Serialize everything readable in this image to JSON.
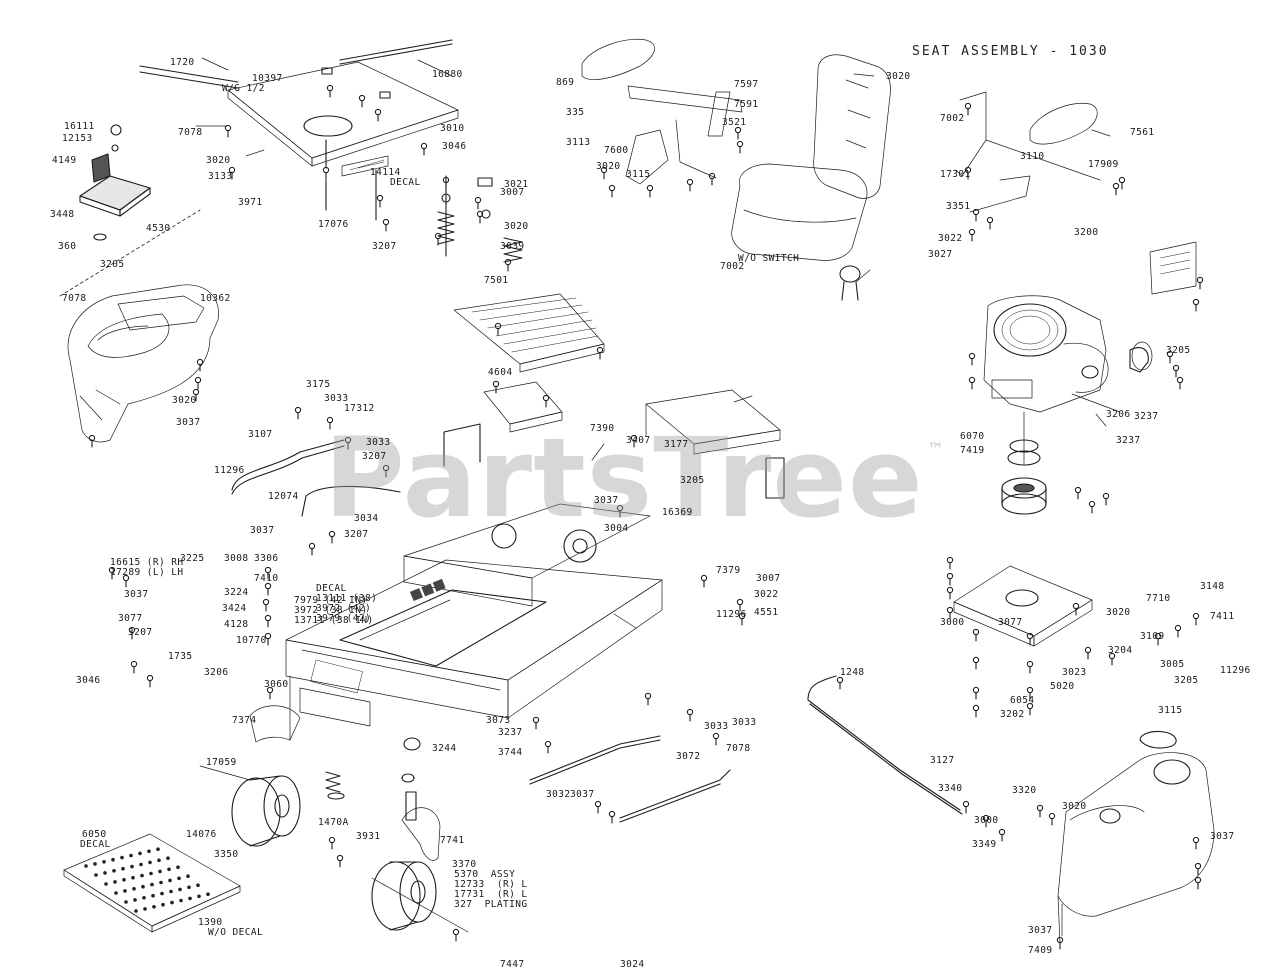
{
  "header": {
    "title": "SEAT ASSEMBLY - 1030"
  },
  "watermark": {
    "brand": "PartsTree",
    "trademark": "™"
  },
  "labels": [
    "1720",
    "16880",
    "10397",
    "W/G 1/2",
    "7078",
    "3020",
    "3133",
    "16111",
    "12153",
    "4149",
    "3448",
    "4530",
    "360",
    "3971",
    "14114",
    "DECAL",
    "17076",
    "3207",
    "3010",
    "3046",
    "3007",
    "3021",
    "3020",
    "3039",
    "3205",
    "7078",
    "10362",
    "3020",
    "3037",
    "3175",
    "3033",
    "17312",
    "3033",
    "3207",
    "3107",
    "11296",
    "12074",
    "3037",
    "3034",
    "3207",
    "3008",
    "3225",
    "3037",
    "3306",
    "7410",
    "3224",
    "3424",
    "4128",
    "10770",
    "3060",
    "3046",
    "3077",
    "3207",
    "1735",
    "3206",
    "7374",
    "17059",
    "14076",
    "6050",
    "DECAL",
    "3350",
    "1390",
    "W/O DECAL",
    "1470A",
    "3931",
    "3370",
    "3244",
    "3744",
    "7741",
    "3072",
    "3032",
    "3037",
    "3073",
    "3237",
    "7390",
    "3407",
    "4604",
    "3177",
    "3037",
    "3205",
    "16369",
    "3004",
    "7379",
    "3007",
    "3022",
    "4551",
    "11296",
    "3033",
    "3033",
    "7078",
    "7501",
    "W/O SWITCH",
    "7002",
    "335",
    "3113",
    "7600",
    "3020",
    "3115",
    "3521",
    "7591",
    "7597",
    "7561",
    "869",
    "3020",
    "3110",
    "7002",
    "17301",
    "17909",
    "3351",
    "3200",
    "3022",
    "3027",
    "6070",
    "7419",
    "3205",
    "3237",
    "3237",
    "3206",
    "7411",
    "3020",
    "3077",
    "3000",
    "1248",
    "3127",
    "3340",
    "3320",
    "3000",
    "3349",
    "3020",
    "3037",
    "7409",
    "3037",
    "7710",
    "3023",
    "5020",
    "6054",
    "3202",
    "3115",
    "3205",
    "3148",
    "11296",
    "3204",
    "3109",
    "3005",
    "7447",
    "3024"
  ],
  "multiline_labels": [
    "7979 (42 IN)\n3972 (38 IN)\n13711 (38 IN)",
    "5370  ASSY\n12733  (R) L\n17731  (R) L\n327  PLATING",
    "16615 (R) RH\n17289 (L) LH",
    "DECAL\n13111 (38)\n3972 (42)\n3979 (42)"
  ]
}
